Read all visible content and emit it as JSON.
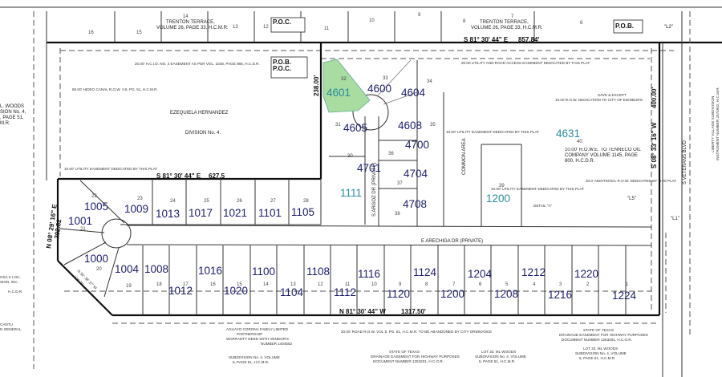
{
  "map": {
    "highlight_color": "#a8dca0",
    "address_color": "#1c1c6e",
    "address_alt_color": "#2b8c9c",
    "addresses": [
      "4601",
      "4600",
      "4604",
      "4605",
      "4608",
      "4700",
      "4701",
      "4704",
      "4708",
      "1111",
      "1200",
      "4631",
      "1005",
      "1009",
      "1013",
      "1017",
      "1021",
      "1101",
      "1105",
      "1001",
      "1000",
      "1004",
      "1008",
      "1016",
      "1100",
      "1108",
      "1116",
      "1124",
      "1204",
      "1212",
      "1220",
      "1012",
      "1020",
      "1104",
      "1112",
      "1120",
      "1200",
      "1208",
      "1216",
      "1224"
    ],
    "lot_numbers_top": [
      "16",
      "15",
      "14",
      "13",
      "12",
      "11",
      "10",
      "9",
      "8",
      "7",
      "6"
    ],
    "lot_numbers": [
      "32",
      "33",
      "34",
      "31",
      "35",
      "30",
      "36",
      "37",
      "38",
      "39",
      "40",
      "22",
      "23",
      "24",
      "25",
      "26",
      "27",
      "28",
      "21",
      "20",
      "19",
      "18",
      "17",
      "16",
      "15",
      "14",
      "13",
      "12",
      "11",
      "10",
      "9",
      "8",
      "7",
      "6",
      "5",
      "4",
      "3",
      "2",
      "1"
    ],
    "labels": {
      "trenton_left": "TRENTON TERRACE,",
      "trenton_left_2": "VOLUME 26, PAGE 33, H.C.M.R.",
      "trenton_right": "TRENTON TERRACE,",
      "trenton_right_2": "VOLUME 26, PAGE 33, H.C.M.R.",
      "poc": "P.O.C.",
      "pob_poc": "P.O.B.",
      "pob_poc_2": "P.O.C.",
      "pob": "P.O.B.",
      "owner_left": "EZEQUIELA HERNANDEZ",
      "division": "DIVISION No. 4.",
      "woods_left": "L. WOODS",
      "woods_left_2": "SION No. 4,",
      "woods_left_3": ", PAGE 51,",
      "woods_left_4": "M.R.",
      "hidalgo_canal": "80.00' HIDEO CANAL R.O.W. V.8, PG. 51, H.C.M.R.",
      "hcid_easement": "20.00' H.C.I.D. NO. 2 EASEMENT AS PER VOL. 2348, PAGE 865, H.C.D.R.",
      "top_bearing": "S 81° 30' 44\" E",
      "top_distance": "857.84'",
      "mid_bearing": "S 81° 30' 44\" E",
      "mid_distance": "627.5",
      "bottom_bearing": "N 81° 30' 44\" W",
      "bottom_distance": "1317.50'",
      "left_bearing": "N 08° 29' 16\" E",
      "left_distance": "202.82'",
      "diag_bearing": "N 36° 38' 37\" W",
      "diag_distance": "179.75'",
      "vert_distance": "238.00'",
      "right_bearing": "S 08° 33' 16\" W",
      "right_distance": "400.00'",
      "arechiga": "E ARECHIGA DR (PRIVATE)",
      "argoz": "S ARGOZ DR (PRIVATE)",
      "common_area": "COMMON AREA",
      "veterans": "S VETERANS BLVD",
      "utility_easement": "10.00' UTILITY EASEMENT DEDICATED BY THIS PLAT",
      "utility_easement_2": "10.00' UTILITY EASEMENT DEDICATED BY THIS PLAT",
      "utility_easement_3": "10.00' UTILITY EASEMENT DEDICATED BY THIS PLAT",
      "utility_road": "20.00 UTILITY AND ROAD ACCESS EASEMENT DEDICATED BY THIS PLAT",
      "save_except": "SAVE & EXCEPT",
      "save_except_2": "10.00 R.O.W. DEDICATION TO CITY OF EDINBURG",
      "tenneco": "10.00' R.O.W.E. TO TENNECO OIL COMPANY VOLUME 1145, PAGE 800, H.C.D.R.",
      "additional_row": "20.0' ADDITIONAL R.O.W. DEDICATED BY THIS PLAT",
      "detail_a": "DETAIL \"A\"",
      "l5": "\"L5\"",
      "l1": "\"L1\"",
      "l2": "\"L2\"",
      "aguayo": "AGUAYO CORONA FAMILY LIMITED",
      "aguayo_2": "PARTNERSHIP",
      "aguayo_3": "WARRANTY DEED WITH VENDOR'S",
      "aguayo_4": "NUMBER 1404552",
      "woods_bottom": "SUBDIVISION No. 4, VOLUME",
      "woods_bottom_2": "5, PAGE 51, H.C.M.R.",
      "road_abandoned": "20.00' ROAD R.O.W. VOL 5, PG. 51, H.C.M.R. TO BE ABANDONED BY CITY ORDINANCE",
      "texas_1": "STATE OF TEXAS",
      "texas_1b": "DRAINAGE EASEMENT FOR HIGHWAY PURPOSES",
      "texas_1c": "DOCUMENT NUMBER 1253201, H.C.O.R.",
      "texas_2": "STATE OF TEXAS",
      "texas_2b": "DRAINAGE EASEMENT FOR HIGHWAY PURPOSES",
      "texas_2c": "DOCUMENT NUMBER 1253201, H.C.O.R.",
      "lot33_a": "LOT 33, ML WOODS",
      "lot33_a2": "SUBDIVISION No. 4, VOLUME",
      "lot33_a3": "5, PAGE 51, H.C.M.R.",
      "lot33_b": "LOT 33, ML WOODS",
      "lot33_b2": "SUBDIVISION No. 4, VOLUME",
      "lot33_b3": "5, PAGE 51, H.C.M.R.",
      "liberty": "LIBERTY VILLAGE SUBDIVISION",
      "liberty_2": "INSTRUMENT NUMBER 2574942, H.C.M.R.",
      "left_owner": "OSA K LOC.",
      "left_owner_2": "SION, INC.",
      "left_owner_3": "CANTU",
      "left_owner_4": "N GENERAL",
      "hcdr": "H.C.D.R."
    }
  }
}
